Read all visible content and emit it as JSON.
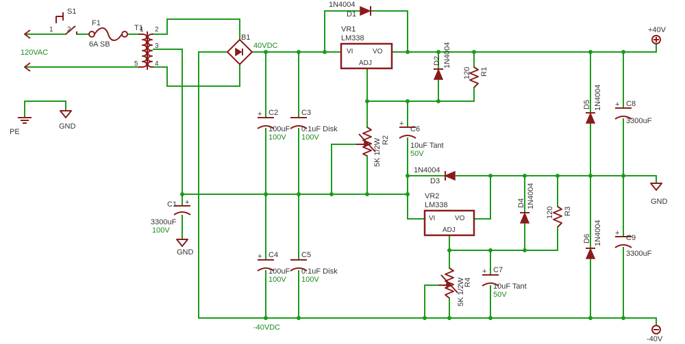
{
  "nets": {
    "ac": "120VAC",
    "pos40": "40VDC",
    "neg40": "-40VDC",
    "out_pos": "+40V",
    "out_neg": "-40V",
    "gnd_out": "GND",
    "gnd_pe": "GND",
    "gnd_c1": "GND",
    "pe": "PE"
  },
  "s1": {
    "ref": "S1",
    "pin1": "1",
    "pin2": "2"
  },
  "f1": {
    "ref": "F1",
    "value": "6A SB"
  },
  "t1": {
    "ref": "T1",
    "p1": "1",
    "p2": "2",
    "p3": "3",
    "p4": "4",
    "p5": "5"
  },
  "b1": {
    "ref": "B1"
  },
  "c1": {
    "ref": "C1",
    "value": "3300uF",
    "voltage": "100V"
  },
  "c2": {
    "ref": "C2",
    "value": "100uF",
    "voltage": "100V"
  },
  "c3": {
    "ref": "C3",
    "value": "0.1uF Disk",
    "voltage": "100V"
  },
  "c4": {
    "ref": "C4",
    "value": "100uF",
    "voltage": "100V"
  },
  "c5": {
    "ref": "C5",
    "value": "0.1uF Disk",
    "voltage": "100V"
  },
  "c6": {
    "ref": "C6",
    "value": "10uF Tant",
    "voltage": "50V"
  },
  "c7": {
    "ref": "C7",
    "value": "10uF Tant",
    "voltage": "50V"
  },
  "c8": {
    "ref": "C8",
    "value": "3300uF"
  },
  "c9": {
    "ref": "C9",
    "value": "3300uF"
  },
  "vr1": {
    "ref": "VR1",
    "part": "LM338",
    "vi": "VI",
    "vo": "VO",
    "adj": "ADJ"
  },
  "vr2": {
    "ref": "VR2",
    "part": "LM338",
    "vi": "VI",
    "vo": "VO",
    "adj": "ADJ"
  },
  "d1": {
    "ref": "D1",
    "part": "1N4004"
  },
  "d2": {
    "ref": "D2",
    "part": "1N4004"
  },
  "d3": {
    "ref": "D3",
    "part": "1N4004"
  },
  "d4": {
    "ref": "D4",
    "part": "1N4004"
  },
  "d5": {
    "ref": "D5",
    "part": "1N4004"
  },
  "d6": {
    "ref": "D6",
    "part": "1N4004"
  },
  "r1": {
    "ref": "R1",
    "value": "120"
  },
  "r2": {
    "ref": "R2",
    "value": "5K 1/2W"
  },
  "r3": {
    "ref": "R3",
    "value": "120"
  },
  "r4": {
    "ref": "R4",
    "value": "5K 1/2W"
  }
}
